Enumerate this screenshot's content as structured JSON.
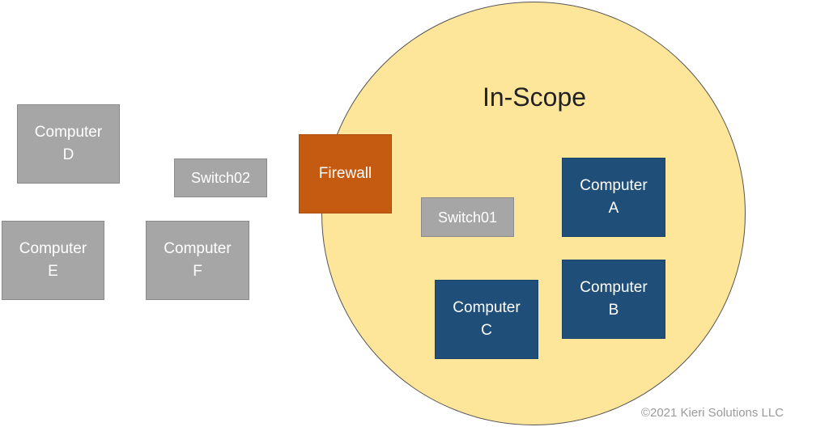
{
  "scope": {
    "title": "In-Scope",
    "fill": "#fde59a"
  },
  "nodes": {
    "computer_d": "Computer\nD",
    "computer_e": "Computer\nE",
    "computer_f": "Computer\nF",
    "switch02": "Switch02",
    "firewall": "Firewall",
    "switch01": "Switch01",
    "computer_a": "Computer\nA",
    "computer_b": "Computer\nB",
    "computer_c": "Computer\nC"
  },
  "colors": {
    "out_of_scope": "#a6a6a6",
    "in_scope": "#1f4e79",
    "firewall": "#c55a11"
  },
  "copyright": "©2021 Kieri Solutions LLC"
}
